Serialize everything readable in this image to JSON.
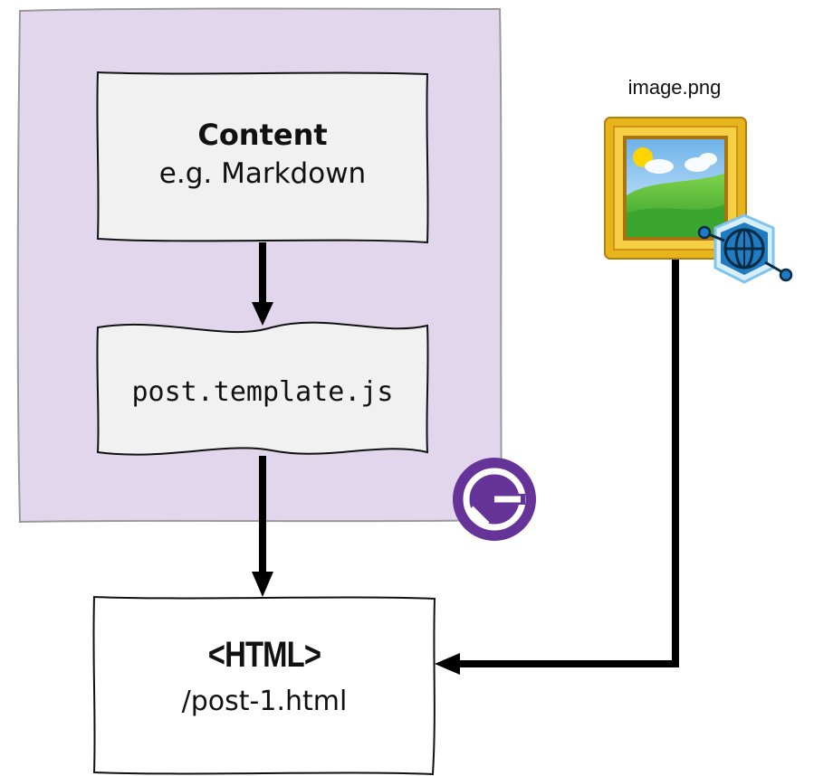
{
  "nodes": {
    "content": {
      "title": "Content",
      "subtitle": "e.g. Markdown"
    },
    "template": {
      "label": "post.template.js"
    },
    "output": {
      "tag": "<HTML>",
      "path": "/post-1.html"
    },
    "image": {
      "filename": "image.png"
    }
  },
  "edges": [
    {
      "from": "content",
      "to": "template"
    },
    {
      "from": "template",
      "to": "output"
    },
    {
      "from": "image",
      "to": "output"
    }
  ],
  "icons": {
    "framework_logo": "gatsby-logo-icon",
    "image_thumbnail": "framed-landscape-picture-icon",
    "badge": "hexagon-globe-icon"
  },
  "colors": {
    "group_fill": "#e2d6ec",
    "box_fill": "#f1f1f1",
    "output_fill": "#ffffff",
    "gatsby_purple": "#663399",
    "frame_gold": "#e8b41c",
    "globe_blue": "#1f7cc2"
  }
}
